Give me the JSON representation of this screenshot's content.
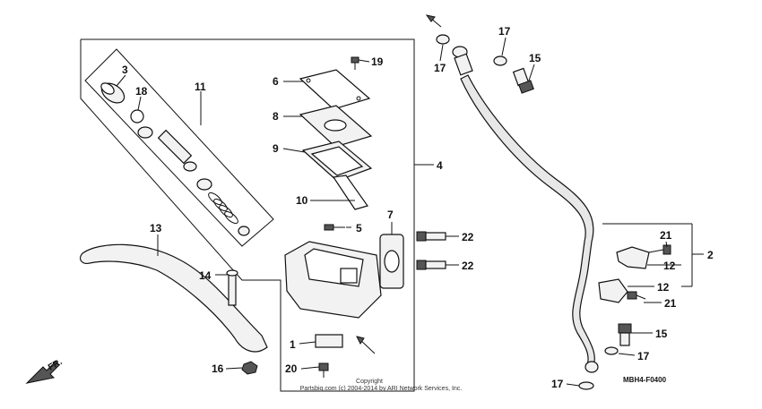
{
  "callouts": {
    "c1": "1",
    "c2": "2",
    "c3": "3",
    "c4": "4",
    "c5": "5",
    "c6": "6",
    "c7": "7",
    "c8": "8",
    "c9": "9",
    "c10": "10",
    "c11": "11",
    "c12a": "12",
    "c12b": "12",
    "c13": "13",
    "c14": "14",
    "c15a": "15",
    "c15b": "15",
    "c16": "16",
    "c17a": "17",
    "c17b": "17",
    "c17c": "17",
    "c17d": "17",
    "c18": "18",
    "c19": "19",
    "c20": "20",
    "c21a": "21",
    "c21b": "21",
    "c22a": "22",
    "c22b": "22"
  },
  "direction_label": "FR.",
  "diagram_code": "MBH4-F0400",
  "copyright": {
    "line1": "Copyright",
    "line2": "Partsbig.com (c) 2004-2014 by ARI Network Services, Inc."
  }
}
